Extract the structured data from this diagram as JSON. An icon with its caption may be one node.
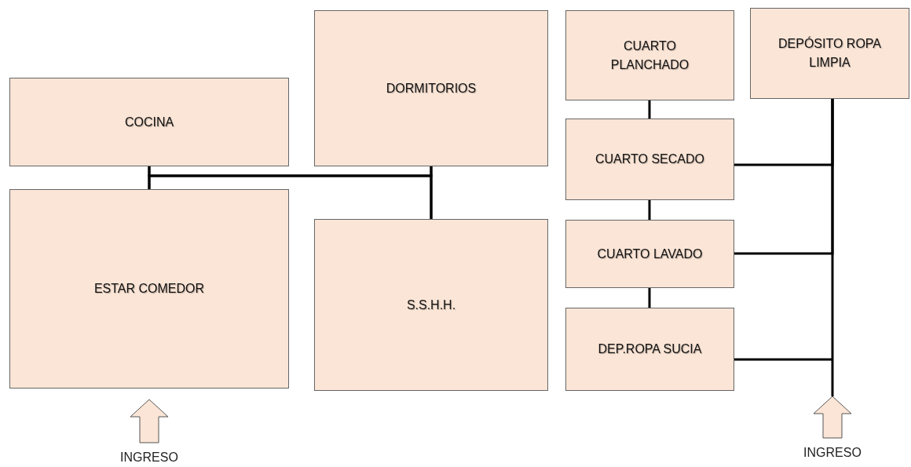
{
  "diagram": {
    "nodes": [
      {
        "text": [
          "COCINA"
        ]
      },
      {
        "text": [
          "DORMITORIOS"
        ]
      },
      {
        "text": [
          "ESTAR COMEDOR"
        ]
      },
      {
        "text": [
          "S.S.H.H."
        ]
      },
      {
        "text": [
          "CUARTO PLANCHADO"
        ]
      },
      {
        "text": [
          "DEPÓSITO ROPA LIMPIA"
        ]
      },
      {
        "text": [
          "CUARTO SECADO"
        ]
      },
      {
        "text": [
          "CUARTO LAVADO"
        ]
      },
      {
        "text": [
          "DEP.ROPA SUCIA"
        ]
      },
      {
        "text": [
          "INGRESO"
        ]
      },
      {
        "text": [
          "INGRESO"
        ]
      }
    ],
    "edges": [
      {
        "from": 0,
        "to": 2,
        "arrow": "none"
      },
      {
        "from": 0,
        "to": 1,
        "arrow": "none"
      },
      {
        "from": 1,
        "to": 3,
        "arrow": "none"
      },
      {
        "from": 2,
        "to": 3,
        "arrow": "none"
      },
      {
        "from": 4,
        "to": 6,
        "arrow": "none"
      },
      {
        "from": 6,
        "to": 7,
        "arrow": "none"
      },
      {
        "from": 7,
        "to": 8,
        "arrow": "none"
      },
      {
        "from": 6,
        "to": 5,
        "arrow": "none"
      },
      {
        "from": 7,
        "to": 5,
        "arrow": "none"
      },
      {
        "from": 8,
        "to": 5,
        "arrow": "none"
      },
      {
        "from": 9,
        "to": 2,
        "arrow": "to",
        "style": "thick"
      },
      {
        "from": 10,
        "to": null,
        "arrow": "to",
        "style": "thick"
      }
    ]
  }
}
